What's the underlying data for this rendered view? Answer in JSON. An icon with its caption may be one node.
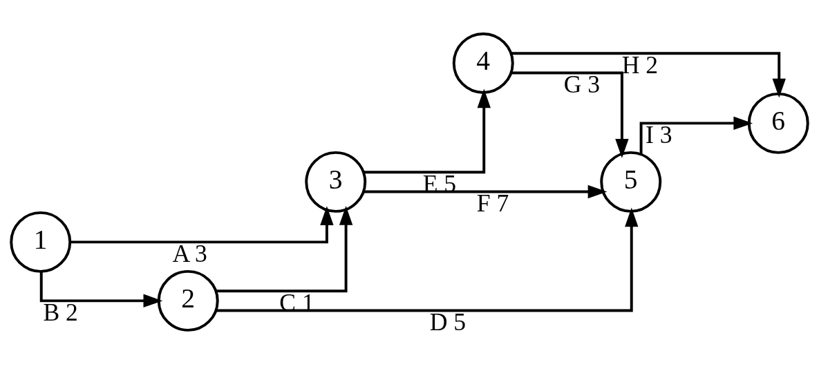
{
  "diagram": {
    "nodes": [
      {
        "text": [
          "1"
        ]
      },
      {
        "text": [
          "2"
        ]
      },
      {
        "text": [
          "3"
        ]
      },
      {
        "text": [
          "4"
        ]
      },
      {
        "text": [
          "5"
        ]
      },
      {
        "text": [
          "6"
        ]
      }
    ],
    "edges": [
      {
        "from": 0,
        "to": 2,
        "arrow": "to",
        "label": "A 3"
      },
      {
        "from": 0,
        "to": 1,
        "arrow": "to",
        "label": "B 2"
      },
      {
        "from": 1,
        "to": 2,
        "arrow": "to",
        "label": "C 1"
      },
      {
        "from": 1,
        "to": 4,
        "arrow": "to",
        "label": "D 5"
      },
      {
        "from": 2,
        "to": 3,
        "arrow": "to",
        "label": "E 5"
      },
      {
        "from": 2,
        "to": 4,
        "arrow": "to",
        "label": "F 7"
      },
      {
        "from": 3,
        "to": 4,
        "arrow": "to",
        "label": "G 3"
      },
      {
        "from": 3,
        "to": 5,
        "arrow": "to",
        "label": "H 2"
      },
      {
        "from": 4,
        "to": 5,
        "arrow": "to",
        "label": "I 3"
      }
    ]
  }
}
